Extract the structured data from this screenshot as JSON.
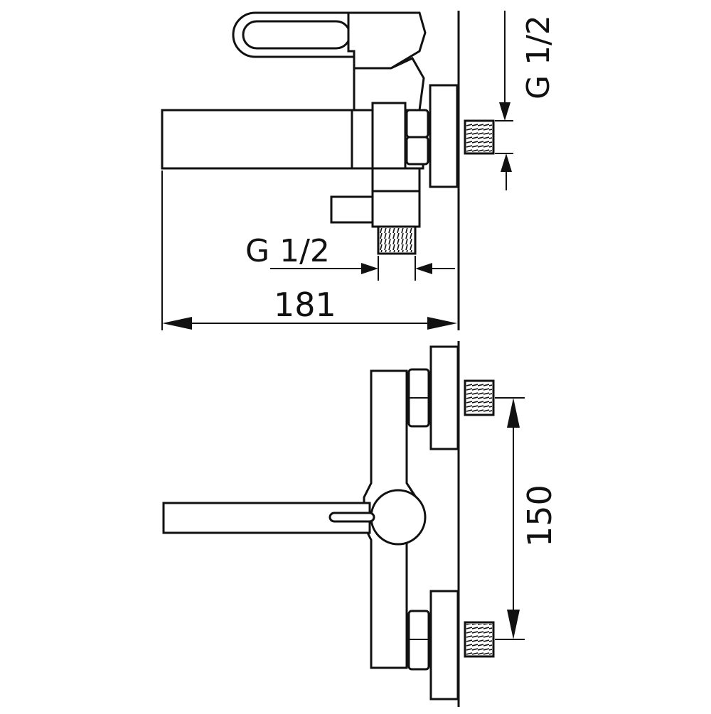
{
  "dimensions": {
    "thread_size_top": "G 1/2",
    "thread_size_side": "G 1/2",
    "overall_length": "181",
    "inlet_spacing": "150"
  }
}
